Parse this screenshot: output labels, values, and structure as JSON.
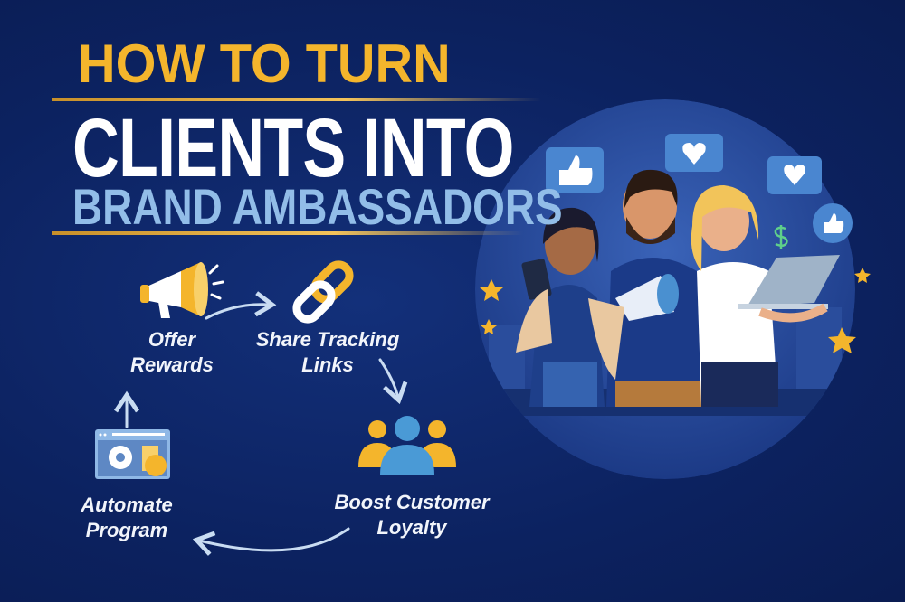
{
  "title": {
    "line1": "HOW TO TURN",
    "line2": "CLIENTS INTO",
    "line3": "BRAND AMBASSADORS"
  },
  "steps": [
    {
      "line1": "Offer",
      "line2": "Rewards",
      "icon": "megaphone-icon"
    },
    {
      "line1": "Share Tracking",
      "line2": "Links",
      "icon": "link-icon"
    },
    {
      "line1": "Boost Customer",
      "line2": "Loyalty",
      "icon": "group-icon"
    },
    {
      "line1": "Automate",
      "line2": "Program",
      "icon": "settings-window-icon"
    }
  ],
  "colors": {
    "background": "#0c2260",
    "title_yellow": "#f4b52c",
    "title_white": "#ffffff",
    "title_blue": "#92bde8",
    "icon_yellow": "#f4b52c",
    "icon_blue": "#4a90d0"
  }
}
